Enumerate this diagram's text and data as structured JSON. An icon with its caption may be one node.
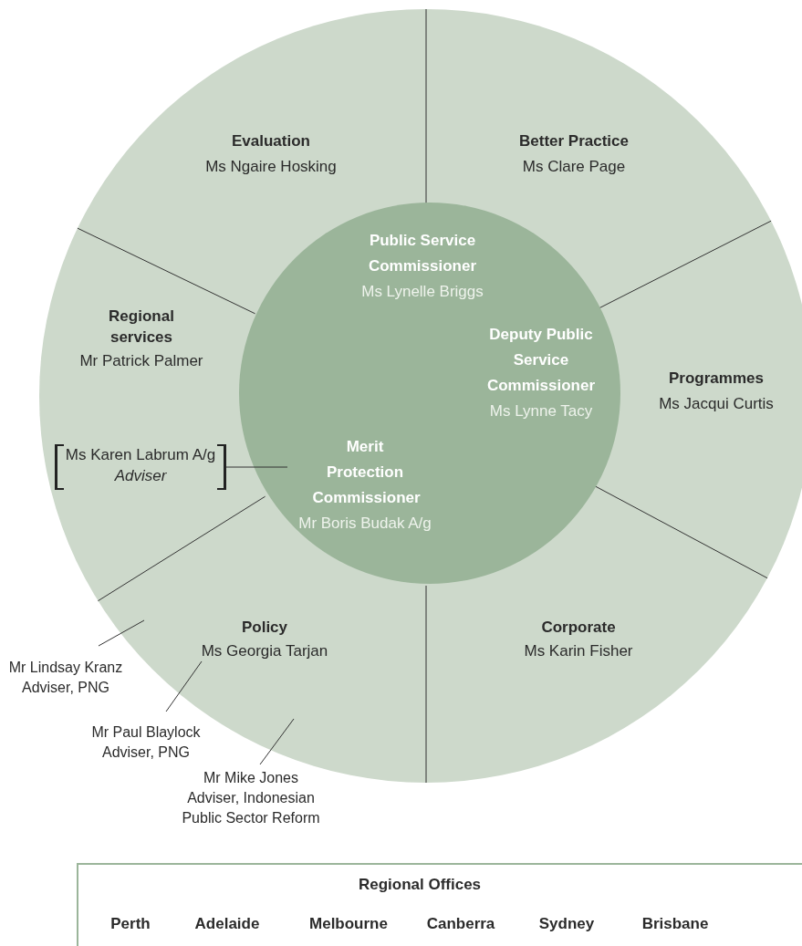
{
  "diagram": {
    "nodes": [
      {
        "text": [
          "Evaluation",
          "Ms Ngaire Hosking"
        ]
      },
      {
        "text": [
          "Better Practice",
          "Ms Clare Page"
        ]
      },
      {
        "text": [
          "Regional services",
          "Mr Patrick Palmer"
        ]
      },
      {
        "text": [
          "Programmes",
          "Ms Jacqui Curtis"
        ]
      },
      {
        "text": [],
        "shape": "circle"
      },
      {
        "text": [
          "Public Service Commissioner",
          "Ms Lynelle Briggs"
        ],
        "in": 4
      },
      {
        "text": [
          "Deputy Public Service Commissioner",
          "Ms Lynne Tacy"
        ],
        "in": 4
      },
      {
        "text": [
          "Ms Karen Labrum A/g",
          "Adviser"
        ],
        "in": 2
      },
      {
        "text": [
          "Merit Protection Commissioner",
          "Mr Boris Budak A/g"
        ],
        "in": 4
      },
      {
        "text": [
          "Policy",
          "Ms Georgia Tarjan"
        ]
      },
      {
        "text": [
          "Corporate",
          "Ms Karin Fisher"
        ]
      },
      {
        "text": [
          "Mr Lindsay Kranz",
          "Adviser, PNG"
        ]
      },
      {
        "text": [
          "Mr Paul Blaylock",
          "Adviser, PNG"
        ]
      },
      {
        "text": [
          "Mr Mike Jones",
          "Adviser, Indonesian Public Sector Reform"
        ]
      },
      {
        "text": [
          "Regional Offices",
          "Perth",
          "Adelaide",
          "Melbourne",
          "Canberra",
          "Sydney",
          "Brisbane"
        ]
      }
    ],
    "edges": [
      {
        "from": 7,
        "to": 8,
        "arrow": "none"
      },
      {
        "from": 11,
        "to": null,
        "arrow": "none"
      },
      {
        "from": 12,
        "to": 9,
        "arrow": "none"
      },
      {
        "from": 13,
        "to": null,
        "arrow": "none"
      }
    ]
  }
}
